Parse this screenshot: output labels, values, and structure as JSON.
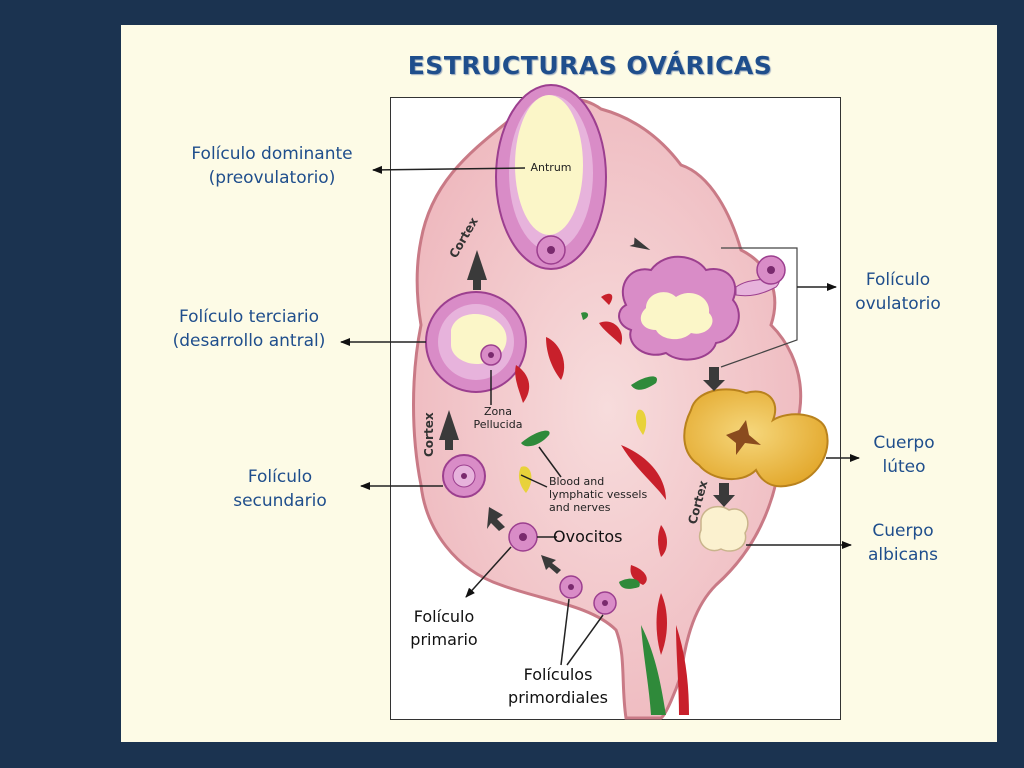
{
  "slide": {
    "title": "ESTRUCTURAS OVÁRICAS"
  },
  "labels": {
    "dominant_line1": "Folículo dominante",
    "dominant_line2": "(preovulatorio)",
    "tertiary_line1": "Folículo terciario",
    "tertiary_line2": "(desarrollo antral)",
    "secondary_line1": "Folículo",
    "secondary_line2": "secundario",
    "primary_line1": "Folículo",
    "primary_line2": "primario",
    "primordial_line1": "Folículos",
    "primordial_line2": "primordiales",
    "oocytes": "Ovocitos",
    "ovulatory_line1": "Folículo",
    "ovulatory_line2": "ovulatorio",
    "luteum_line1": "Cuerpo",
    "luteum_line2": "lúteo",
    "albicans_line1": "Cuerpo",
    "albicans_line2": "albicans"
  },
  "inner_labels": {
    "antrum": "Antrum",
    "cortex": "Cortex",
    "zona_line1": "Zona",
    "zona_line2": "Pellucida",
    "blood_line1": "Blood and",
    "blood_line2": "lymphatic vessels",
    "blood_line3": "and nerves"
  },
  "colors": {
    "background": "#1b3350",
    "slide": "#fdfbe6",
    "label_blue": "#1f4e8c",
    "ovary_tissue": "#f2c6c8",
    "follicle": "#d98cc7",
    "vessel_red": "#c8202b",
    "corpus_luteum": "#f1c24a"
  }
}
